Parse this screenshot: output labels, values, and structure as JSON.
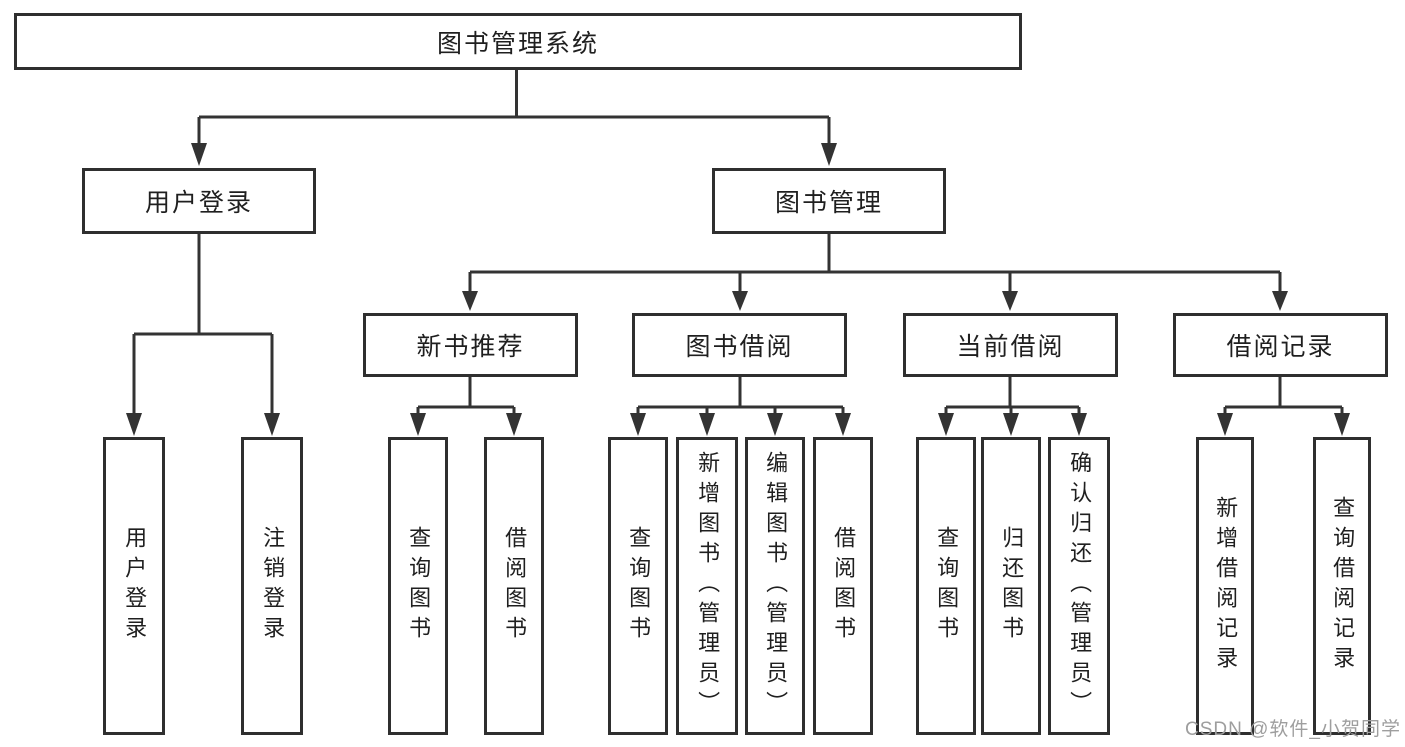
{
  "diagram": {
    "root": {
      "label": "图书管理系统"
    },
    "level2": [
      {
        "label": "用户登录"
      },
      {
        "label": "图书管理"
      }
    ],
    "level3": [
      {
        "label": "新书推荐"
      },
      {
        "label": "图书借阅"
      },
      {
        "label": "当前借阅"
      },
      {
        "label": "借阅记录"
      }
    ],
    "leaves": [
      {
        "label": "用户登录"
      },
      {
        "label": "注销登录"
      },
      {
        "label": "查询图书"
      },
      {
        "label": "借阅图书"
      },
      {
        "label": "查询图书"
      },
      {
        "label": "新增图书（管理员）"
      },
      {
        "label": "编辑图书（管理员）"
      },
      {
        "label": "借阅图书"
      },
      {
        "label": "查询图书"
      },
      {
        "label": "归还图书"
      },
      {
        "label": "确认归还（管理员）"
      },
      {
        "label": "新增借阅记录"
      },
      {
        "label": "查询借阅记录"
      }
    ]
  },
  "watermark": {
    "text": "CSDN @软件_小贺同学"
  },
  "colors": {
    "line": "#333333",
    "box_border": "#2f2f2f",
    "text": "#1f1f1f",
    "watermark": "#9e9e9e",
    "background": "#ffffff"
  }
}
